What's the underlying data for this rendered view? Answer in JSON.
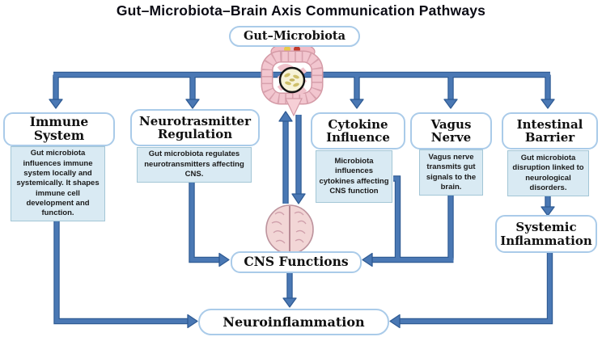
{
  "title": "Gut–Microbiota–Brain Axis Communication Pathways",
  "nodes": {
    "gut_microbiota": {
      "label": "Gut–Microbiota"
    },
    "cns_functions": {
      "label": "CNS Functions"
    },
    "systemic_inflammation": {
      "label": "Systemic Inflammation"
    },
    "neuroinflammation": {
      "label": "Neuroinflammation"
    },
    "pathways": [
      {
        "id": "immune-system",
        "title": "Immune System",
        "description": "Gut microbiota influences immune system locally and systemically. It shapes immune cell development and function."
      },
      {
        "id": "neurotransmitter-regulation",
        "title": "Neurotrasmitter Regulation",
        "description": "Gut microbiota regulates neurotransmitters affecting CNS."
      },
      {
        "id": "cytokine-influence",
        "title": "Cytokine Influence",
        "description": "Microbiota influences cytokines affecting CNS function"
      },
      {
        "id": "vagus-nerve",
        "title": "Vagus Nerve",
        "description": "Vagus nerve transmits gut signals to the brain."
      },
      {
        "id": "intestinal-barrier",
        "title": "Intestinal Barrier",
        "description": "Gut microbiota disruption linked to neurological disorders."
      }
    ]
  },
  "edges": [
    {
      "from": "gut-microbiota",
      "to": "immune-system"
    },
    {
      "from": "gut-microbiota",
      "to": "neurotransmitter-regulation"
    },
    {
      "from": "gut-microbiota",
      "to": "cytokine-influence"
    },
    {
      "from": "gut-microbiota",
      "to": "vagus-nerve"
    },
    {
      "from": "gut-microbiota",
      "to": "intestinal-barrier"
    },
    {
      "from": "gut-microbiota",
      "to": "brain",
      "bidirectional": true
    },
    {
      "from": "neurotransmitter-regulation",
      "to": "cns-functions"
    },
    {
      "from": "cytokine-influence",
      "to": "cns-functions"
    },
    {
      "from": "vagus-nerve",
      "to": "cns-functions"
    },
    {
      "from": "intestinal-barrier",
      "to": "systemic-inflammation"
    },
    {
      "from": "cns-functions",
      "to": "neuroinflammation"
    },
    {
      "from": "immune-system",
      "to": "neuroinflammation"
    },
    {
      "from": "systemic-inflammation",
      "to": "neuroinflammation"
    }
  ],
  "colors": {
    "arrow_fill": "#4a78b4",
    "arrow_edge": "#2f5b94",
    "node_border": "#aacbe9",
    "description_fill": "#d9eaf3",
    "description_border": "#a3c6d6",
    "text": "#101010"
  }
}
